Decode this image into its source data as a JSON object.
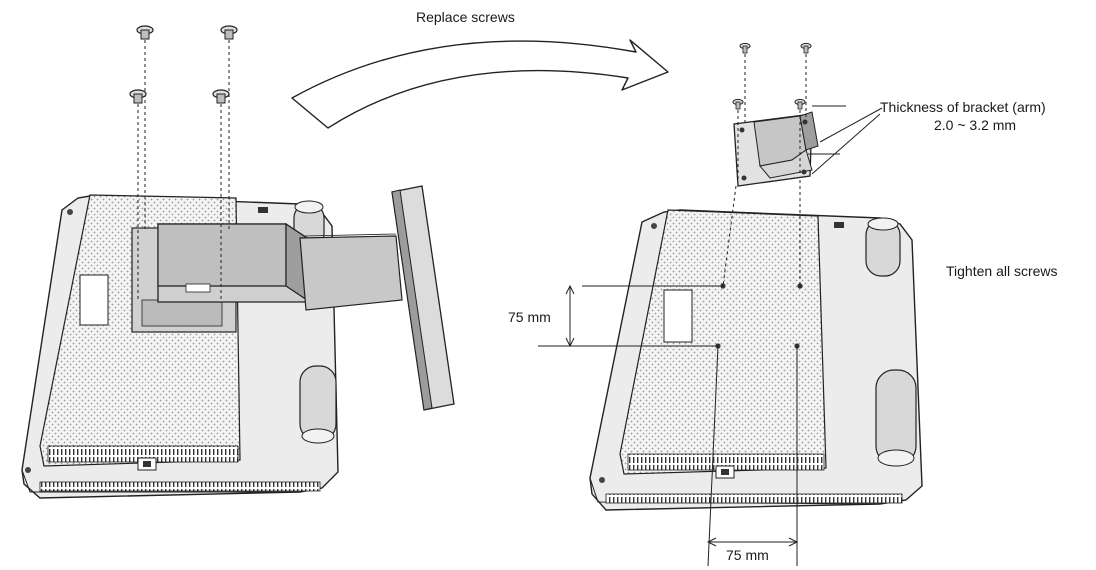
{
  "labels": {
    "replace_screws": "Replace screws",
    "thickness_line1": "Thickness of bracket (arm)",
    "thickness_line2": "2.0 ~ 3.2 mm",
    "tighten": "Tighten all screws",
    "dim_vertical": "75 mm",
    "dim_horizontal": "75 mm"
  },
  "colors": {
    "line": "#222222",
    "panel": "#e6e6e6",
    "panel_dark": "#bdbdbd",
    "dots": "#9a9a9a",
    "arrow_fill": "#ffffff"
  },
  "icons": {
    "arrow": "curved-arrow-icon",
    "screw": "screw-icon"
  }
}
